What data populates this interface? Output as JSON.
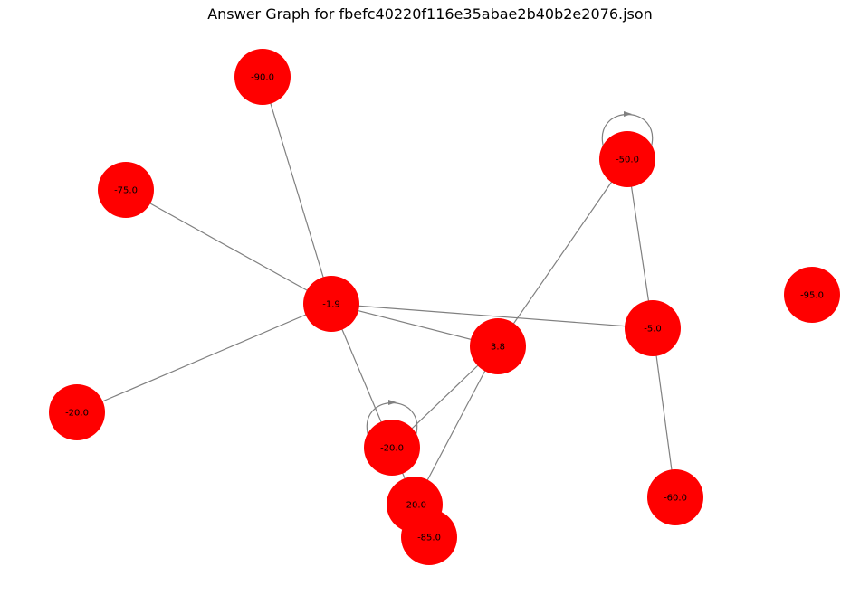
{
  "title": "Answer Graph for fbefc40220f116e35abae2b40b2e2076.json",
  "colors": {
    "node_fill": "#ff0000",
    "edge": "#808080",
    "label": "#000000"
  },
  "nodes": [
    {
      "id": "n_m90",
      "label": "-90.0"
    },
    {
      "id": "n_m75",
      "label": "-75.0"
    },
    {
      "id": "n_m1_9",
      "label": "-1.9"
    },
    {
      "id": "n_m20_left",
      "label": "-20.0"
    },
    {
      "id": "n_m50",
      "label": "-50.0",
      "self_loop": true
    },
    {
      "id": "n_3_8",
      "label": "3.8"
    },
    {
      "id": "n_m5",
      "label": "-5.0"
    },
    {
      "id": "n_m95",
      "label": "-95.0"
    },
    {
      "id": "n_m20_mid",
      "label": "-20.0",
      "self_loop": true
    },
    {
      "id": "n_m20_low",
      "label": "-20.0"
    },
    {
      "id": "n_m85",
      "label": "-85.0"
    },
    {
      "id": "n_m60",
      "label": "-60.0"
    }
  ],
  "edges": [
    {
      "source": "n_m90",
      "target": "n_m1_9"
    },
    {
      "source": "n_m75",
      "target": "n_m1_9"
    },
    {
      "source": "n_m20_left",
      "target": "n_m1_9"
    },
    {
      "source": "n_m1_9",
      "target": "n_3_8"
    },
    {
      "source": "n_m1_9",
      "target": "n_m5"
    },
    {
      "source": "n_m1_9",
      "target": "n_m20_mid"
    },
    {
      "source": "n_m50",
      "target": "n_3_8"
    },
    {
      "source": "n_m50",
      "target": "n_m5"
    },
    {
      "source": "n_m5",
      "target": "n_m60"
    },
    {
      "source": "n_3_8",
      "target": "n_m20_mid"
    },
    {
      "source": "n_3_8",
      "target": "n_m20_low"
    },
    {
      "source": "n_m20_mid",
      "target": "n_m85"
    }
  ]
}
